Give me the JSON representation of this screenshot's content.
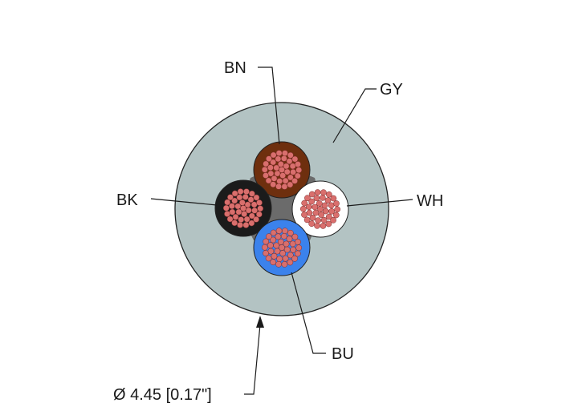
{
  "labels": {
    "bn": "BN",
    "gy": "GY",
    "bk": "BK",
    "wh": "WH",
    "bu": "BU",
    "diameter": "Ø 4.45 [0.17\"]"
  },
  "colors": {
    "jacket": "#b3c3c3",
    "jacket_outline": "#222222",
    "filler": "#6b6b6b",
    "brown": "#6e2f0e",
    "black": "#1b1b1b",
    "white": "#ffffff",
    "blue": "#3b82ec",
    "strand_light": "#f0aaa4",
    "strand_mid": "#d96f6d",
    "strand_dark": "#a8313a"
  }
}
